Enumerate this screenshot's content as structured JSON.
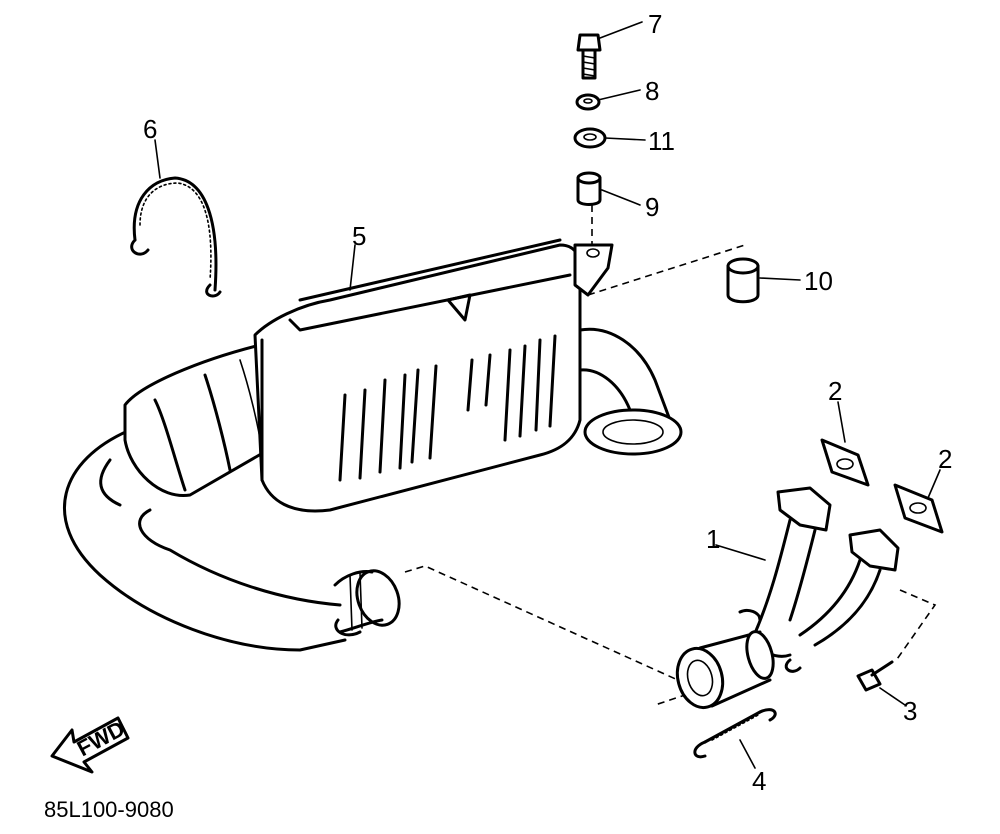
{
  "diagram": {
    "part_code": "85L100-9080",
    "fwd_label": "FWD",
    "callouts": {
      "c1": "1",
      "c2a": "2",
      "c2b": "2",
      "c3": "3",
      "c4": "4",
      "c5": "5",
      "c6": "6",
      "c7": "7",
      "c8": "8",
      "c9": "9",
      "c10": "10",
      "c11": "11"
    }
  }
}
